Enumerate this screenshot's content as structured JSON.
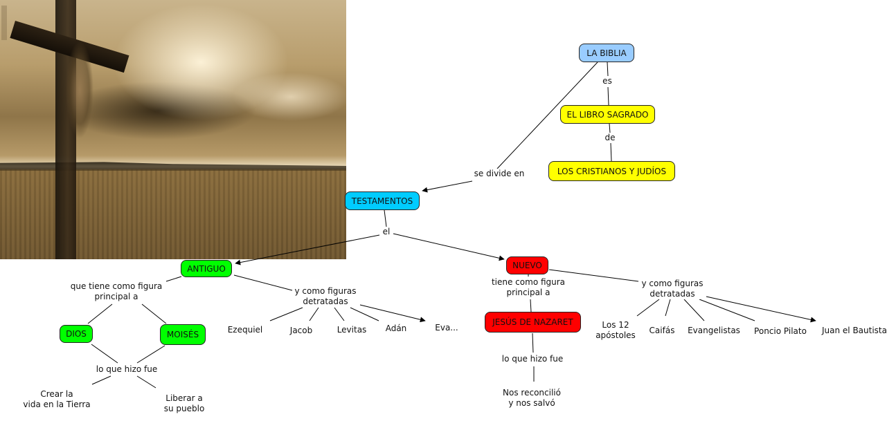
{
  "colors": {
    "blue_light": "#99ccff",
    "yellow": "#ffff00",
    "cyan": "#00ccff",
    "green": "#00ff00",
    "red": "#ff0000",
    "line": "#000000"
  },
  "image": {
    "alt": "Crucifix in desert under sunlit clouds"
  },
  "nodes": {
    "la_biblia": "LA BIBLIA",
    "libro_sagrado": "EL LIBRO SAGRADO",
    "cristianos_judios": "LOS CRISTIANOS Y JUDÍOS",
    "testamentos": "TESTAMENTOS",
    "antiguo": "ANTIGUO",
    "nuevo": "NUEVO",
    "dios": "DIOS",
    "moises": "MOISÉS",
    "jesus": "JESÚS DE NAZARET"
  },
  "link_labels": {
    "es": "es",
    "de": "de",
    "se_divide_en": "se divide en",
    "el": "el",
    "antiguo_figura_1": "que tiene como figura",
    "antiguo_figura_2": "principal a",
    "antiguo_detratadas_1": "y como figuras",
    "antiguo_detratadas_2": "detratadas",
    "antiguo_hizo": "lo que hizo fue",
    "nuevo_figura_1": "tiene como figura",
    "nuevo_figura_2": "principal a",
    "nuevo_detratadas_1": "y como figuras",
    "nuevo_detratadas_2": "detratadas",
    "nuevo_hizo": "lo que hizo fue"
  },
  "leaves": {
    "antiguo_figuras": [
      "Ezequiel",
      "Jacob",
      "Levitas",
      "Adán",
      "Eva..."
    ],
    "antiguo_obras": [
      [
        "Crear la",
        "vida en la Tierra"
      ],
      [
        "Liberar a",
        "su pueblo"
      ]
    ],
    "nuevo_figuras": [
      [
        "Los 12",
        "apóstoles"
      ],
      [
        "Caifás"
      ],
      [
        "Evangelistas"
      ],
      [
        "Poncio Pilato"
      ],
      [
        "Juan el Bautista"
      ]
    ],
    "nuevo_obra": [
      "Nos reconcilió",
      "y nos salvó"
    ]
  }
}
